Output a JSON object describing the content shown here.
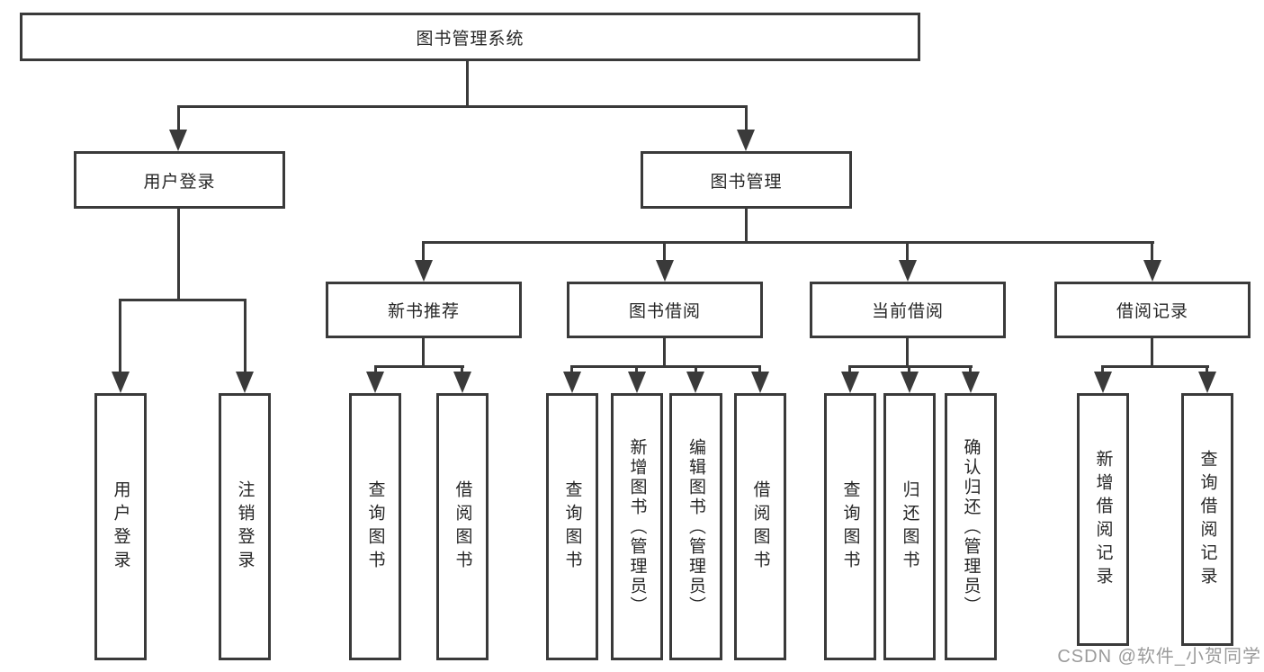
{
  "diagram": {
    "root": {
      "label": "图书管理系统",
      "children": [
        {
          "label": "用户登录",
          "children": [
            {
              "label": "用户登录"
            },
            {
              "label": "注销登录"
            }
          ]
        },
        {
          "label": "图书管理",
          "children": [
            {
              "label": "新书推荐",
              "children": [
                {
                  "label": "查询图书"
                },
                {
                  "label": "借阅图书"
                }
              ]
            },
            {
              "label": "图书借阅",
              "children": [
                {
                  "label": "查询图书"
                },
                {
                  "label": "新增图书（管理员）"
                },
                {
                  "label": "编辑图书（管理员）"
                },
                {
                  "label": "借阅图书"
                }
              ]
            },
            {
              "label": "当前借阅",
              "children": [
                {
                  "label": "查询图书"
                },
                {
                  "label": "归还图书"
                },
                {
                  "label": "确认归还（管理员）"
                }
              ]
            },
            {
              "label": "借阅记录",
              "children": [
                {
                  "label": "新增借阅记录"
                },
                {
                  "label": "查询借阅记录"
                }
              ]
            }
          ]
        }
      ]
    }
  },
  "watermark": {
    "text": "CSDN @软件_小贺同学"
  },
  "colors": {
    "line": "#3a3a3a",
    "text": "#262626",
    "watermark": "#9b9b9b",
    "background": "#ffffff"
  }
}
